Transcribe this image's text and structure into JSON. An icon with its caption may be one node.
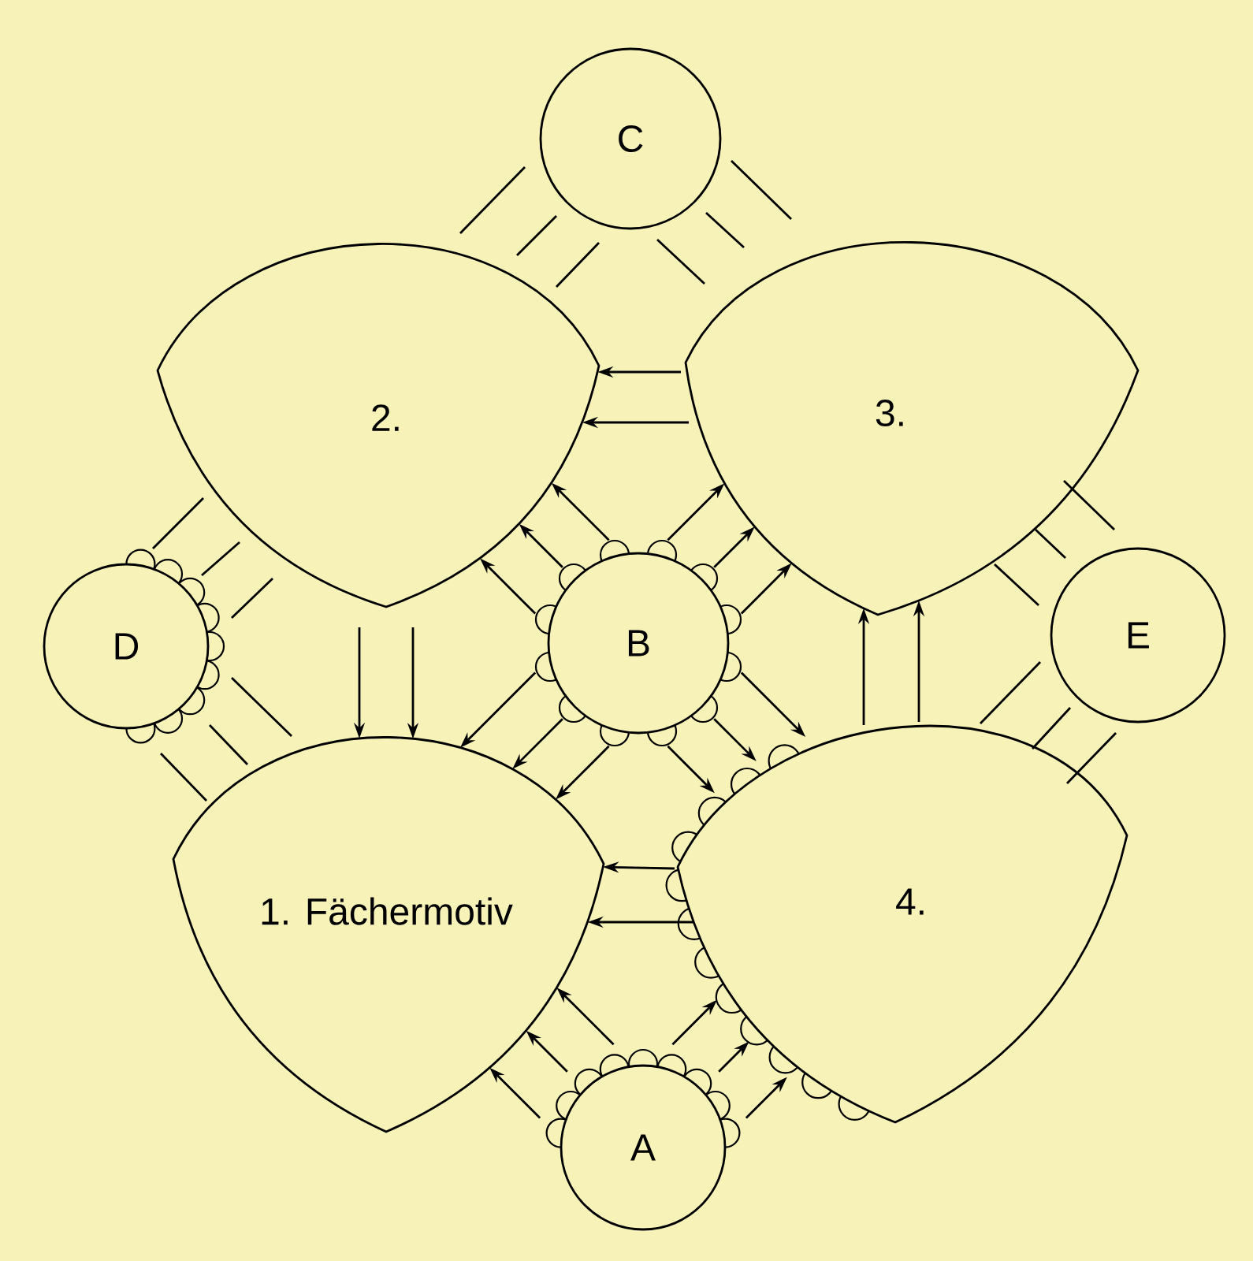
{
  "diagram": {
    "nodes": [
      {
        "text": [
          "C"
        ]
      },
      {
        "text": [
          "2."
        ]
      },
      {
        "text": [
          "3."
        ]
      },
      {
        "text": [
          "D"
        ]
      },
      {
        "text": [
          "B"
        ]
      },
      {
        "text": [
          "E"
        ]
      },
      {
        "text": [
          "1. Fächermotiv"
        ]
      },
      {
        "text": [
          "4."
        ]
      },
      {
        "text": [
          "A"
        ]
      }
    ],
    "edges": [
      {
        "from": 2,
        "to": 1,
        "arrow": "to"
      },
      {
        "from": 2,
        "to": 1,
        "arrow": "to"
      },
      {
        "from": 1,
        "to": 6,
        "arrow": "to"
      },
      {
        "from": 1,
        "to": 6,
        "arrow": "to"
      },
      {
        "from": 7,
        "to": 6,
        "arrow": "to"
      },
      {
        "from": 7,
        "to": 6,
        "arrow": "to"
      },
      {
        "from": 7,
        "to": 2,
        "arrow": "to"
      },
      {
        "from": 7,
        "to": 2,
        "arrow": "to"
      },
      {
        "from": 4,
        "to": 1,
        "arrow": "to"
      },
      {
        "from": 4,
        "to": 1,
        "arrow": "to"
      },
      {
        "from": 4,
        "to": 1,
        "arrow": "to"
      },
      {
        "from": 4,
        "to": 2,
        "arrow": "to"
      },
      {
        "from": 4,
        "to": 2,
        "arrow": "to"
      },
      {
        "from": 4,
        "to": 2,
        "arrow": "to"
      },
      {
        "from": 4,
        "to": 6,
        "arrow": "to"
      },
      {
        "from": 4,
        "to": 6,
        "arrow": "to"
      },
      {
        "from": 4,
        "to": 6,
        "arrow": "to"
      },
      {
        "from": 4,
        "to": 7,
        "arrow": "to"
      },
      {
        "from": 4,
        "to": 7,
        "arrow": "to"
      },
      {
        "from": 4,
        "to": 7,
        "arrow": "to"
      },
      {
        "from": 8,
        "to": 6,
        "arrow": "to"
      },
      {
        "from": 8,
        "to": 6,
        "arrow": "to"
      },
      {
        "from": 8,
        "to": 6,
        "arrow": "to"
      },
      {
        "from": 8,
        "to": 7,
        "arrow": "to"
      },
      {
        "from": 8,
        "to": 7,
        "arrow": "to"
      },
      {
        "from": 8,
        "to": 7,
        "arrow": "to"
      },
      {
        "from": 0,
        "to": 1,
        "arrow": "none"
      },
      {
        "from": 0,
        "to": 1,
        "arrow": "none"
      },
      {
        "from": 0,
        "to": 1,
        "arrow": "none"
      },
      {
        "from": 0,
        "to": 2,
        "arrow": "none"
      },
      {
        "from": 0,
        "to": 2,
        "arrow": "none"
      },
      {
        "from": 0,
        "to": 2,
        "arrow": "none"
      },
      {
        "from": 3,
        "to": 1,
        "arrow": "none"
      },
      {
        "from": 3,
        "to": 1,
        "arrow": "none"
      },
      {
        "from": 3,
        "to": 1,
        "arrow": "none"
      },
      {
        "from": 3,
        "to": 6,
        "arrow": "none"
      },
      {
        "from": 3,
        "to": 6,
        "arrow": "none"
      },
      {
        "from": 3,
        "to": 6,
        "arrow": "none"
      },
      {
        "from": 5,
        "to": 2,
        "arrow": "none"
      },
      {
        "from": 5,
        "to": 2,
        "arrow": "none"
      },
      {
        "from": 5,
        "to": 2,
        "arrow": "none"
      },
      {
        "from": 5,
        "to": 7,
        "arrow": "none"
      },
      {
        "from": 5,
        "to": 7,
        "arrow": "none"
      },
      {
        "from": 5,
        "to": 7,
        "arrow": "none"
      }
    ]
  }
}
